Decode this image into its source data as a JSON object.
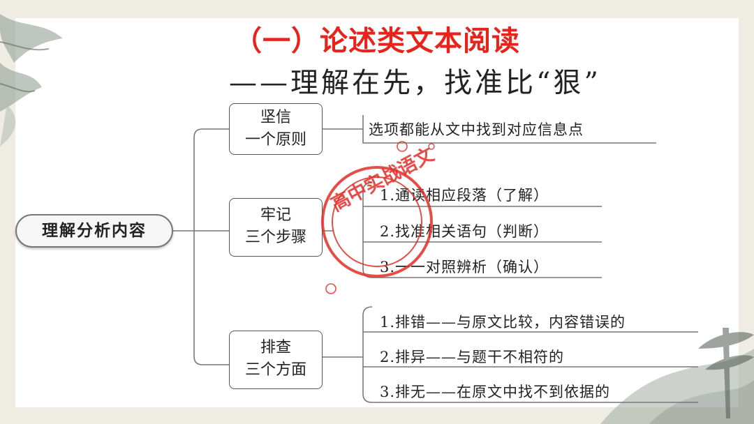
{
  "title": "（一）论述类文本阅读",
  "subtitle": "——理解在先，找准比“狠”",
  "root": "理解分析内容",
  "branches": [
    {
      "line1": "坚信",
      "line2": "一个原则",
      "leaves": [
        "选项都能从文中找到对应信息点"
      ]
    },
    {
      "line1": "牢记",
      "line2": "三个步骤",
      "leaves": [
        "1.通读相应段落（了解）",
        "2.找准相关语句（判断）",
        "3.一一对照辨析（确认）"
      ]
    },
    {
      "line1": "排查",
      "line2": "三个方面",
      "leaves": [
        "1.排错——与原文比较，内容错误的",
        "2.排异——与题干不相符的",
        "3.排无——在原文中找不到依据的"
      ]
    }
  ],
  "stamp": "高中实战语文",
  "colors": {
    "title": "#e8231c",
    "stamp": "#e22e28",
    "line": "#777777"
  }
}
